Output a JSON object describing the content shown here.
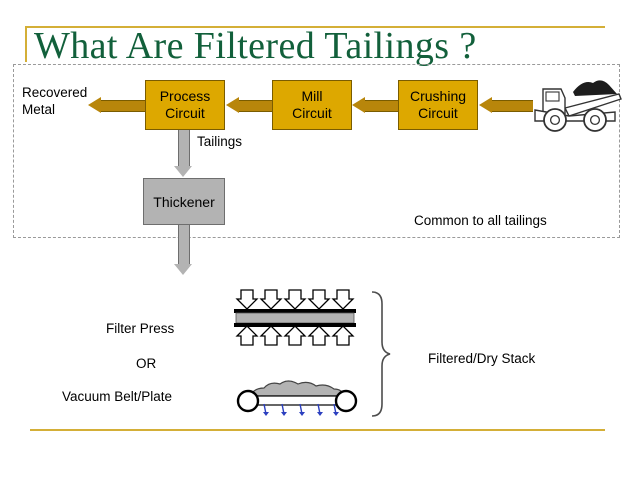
{
  "slide": {
    "title": "What Are Filtered Tailings ?",
    "title_color": "#12603b",
    "rule_color": "#d4af37",
    "background": "#ffffff"
  },
  "flowchart": {
    "region_note": "Common to all tailings",
    "boxes": [
      {
        "id": "process-circuit",
        "line1": "Process",
        "line2": "Circuit",
        "fill": "#dda800",
        "stroke": "#7a5c00"
      },
      {
        "id": "mill-circuit",
        "line1": "Mill",
        "line2": "Circuit",
        "fill": "#dda800",
        "stroke": "#7a5c00"
      },
      {
        "id": "crushing-circuit",
        "line1": "Crushing",
        "line2": "Circuit",
        "fill": "#dda800",
        "stroke": "#7a5c00"
      },
      {
        "id": "thickener",
        "line1": "Thickener",
        "line2": "",
        "fill": "#b3b3b3",
        "stroke": "#6e6e6e"
      }
    ],
    "labels": {
      "recovered_metal": "Recovered Metal",
      "tailings": "Tailings"
    },
    "arrow_colors": {
      "ore_flow": "#b8860b",
      "tailings_flow": "#b3b3b3"
    },
    "source_icon": "haul-truck-icon"
  },
  "dewatering": {
    "options": [
      {
        "label": "Filter Press"
      },
      {
        "label": "OR"
      },
      {
        "label": "Vacuum Belt/Plate"
      }
    ],
    "result_label": "Filtered/Dry Stack",
    "filter_press": {
      "top_arrows": 5,
      "bottom_arrows": 5,
      "cake_color": "#b3b3b3",
      "plate_color": "#000000"
    },
    "vacuum_belt": {
      "drip_arrows": 5,
      "drip_color": "#2b3fbf",
      "cake_color": "#b3b3b3"
    }
  }
}
